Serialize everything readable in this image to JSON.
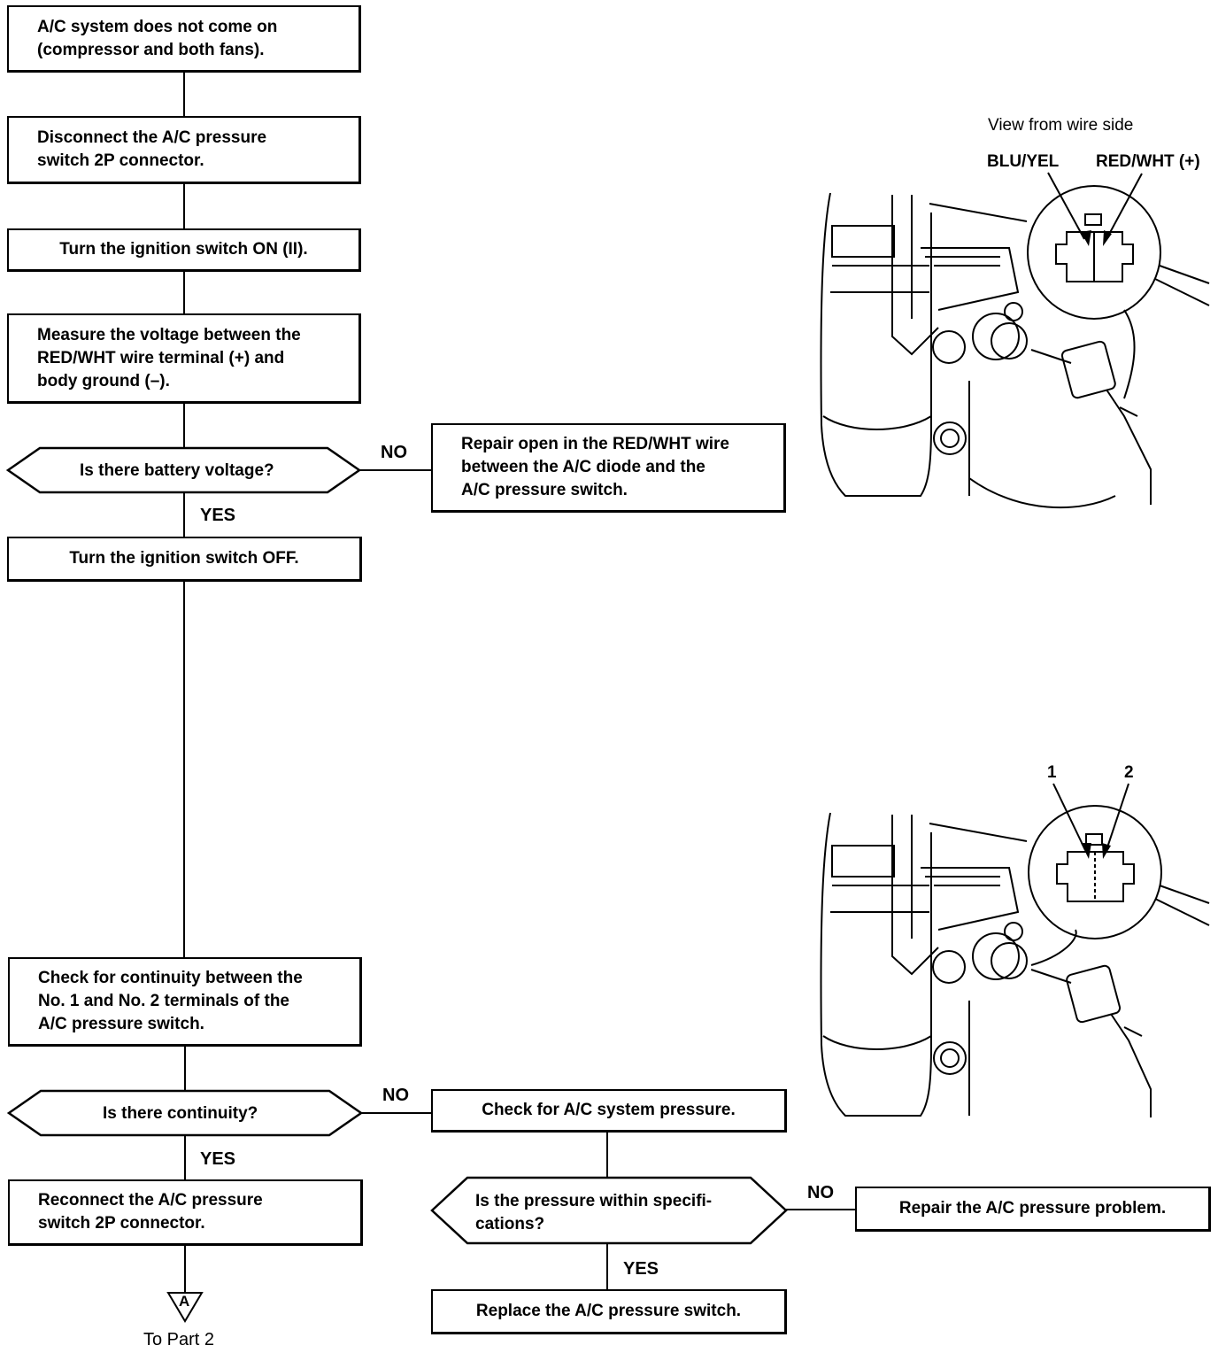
{
  "flow": {
    "start": "A/C system does not come on\n(compressor and both fans).",
    "disconnect": "Disconnect the A/C pressure\nswitch 2P connector.",
    "ignition_on": "Turn the ignition switch ON (II).",
    "measure": "Measure the voltage between the\nRED/WHT wire terminal (+) and\nbody ground (–).",
    "q_battery": "Is there battery voltage?",
    "repair_open": "Repair open in the RED/WHT wire\nbetween the A/C diode and the\nA/C pressure switch.",
    "ignition_off": "Turn the ignition switch OFF.",
    "check_continuity": "Check for continuity between the\nNo. 1 and No. 2 terminals of the\nA/C pressure switch.",
    "q_continuity": "Is there continuity?",
    "reconnect": "Reconnect the A/C pressure\nswitch 2P connector.",
    "check_pressure": "Check for A/C system pressure.",
    "q_pressure": "Is the pressure within specifi-\ncations?",
    "repair_pressure": "Repair the A/C pressure problem.",
    "replace_switch": "Replace the A/C pressure switch.",
    "connector_letter": "A",
    "to_part": "To Part 2"
  },
  "labels": {
    "yes": "YES",
    "no": "NO"
  },
  "figure1": {
    "caption": "View from wire side",
    "wire_left": "BLU/YEL",
    "wire_right": "RED/WHT (+)"
  },
  "figure2": {
    "terminal_1": "1",
    "terminal_2": "2"
  }
}
